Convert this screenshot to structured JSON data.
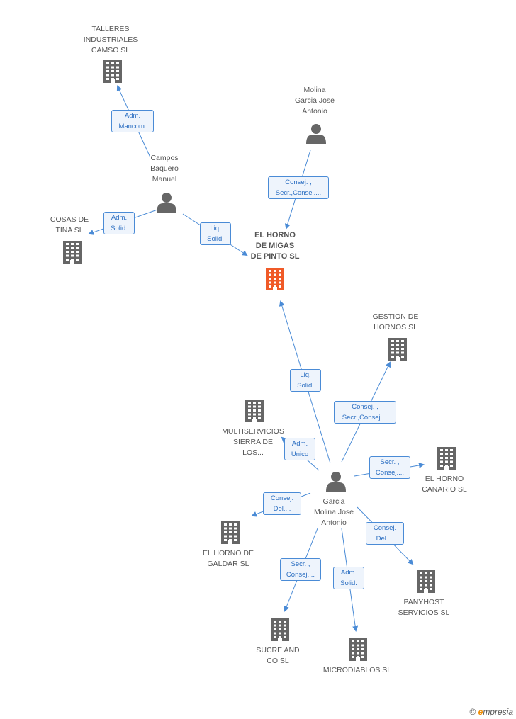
{
  "nodes": {
    "talleres": {
      "label": "TALLERES\nINDUSTRIALES\nCAMSO SL",
      "icon": "building-icon"
    },
    "molina_top": {
      "label": "Molina\nGarcia Jose\nAntonio",
      "icon": "person-icon"
    },
    "campos": {
      "label": "Campos\nBaquero\nManuel",
      "icon": "person-icon"
    },
    "cosas": {
      "label": "COSAS DE\nTINA SL",
      "icon": "building-icon"
    },
    "center": {
      "label": "EL HORNO\nDE MIGAS\nDE PINTO SL",
      "icon": "building-icon"
    },
    "gestion": {
      "label": "GESTION DE\nHORNOS SL",
      "icon": "building-icon"
    },
    "multiservicios": {
      "label": "MULTISERVICIOS\nSIERRA DE\nLOS...",
      "icon": "building-icon"
    },
    "garcia": {
      "label": "Garcia\nMolina Jose\nAntonio",
      "icon": "person-icon"
    },
    "canario": {
      "label": "EL HORNO\nCANARIO SL",
      "icon": "building-icon"
    },
    "galdar": {
      "label": "EL HORNO DE\nGALDAR SL",
      "icon": "building-icon"
    },
    "panyhost": {
      "label": "PANYHOST\nSERVICIOS  SL",
      "icon": "building-icon"
    },
    "sucre": {
      "label": "SUCRE AND\nCO SL",
      "icon": "building-icon"
    },
    "microdiablos": {
      "label": "MICRODIABLOS SL",
      "icon": "building-icon"
    }
  },
  "edges": {
    "campos_talleres": "Adm.\nMancom.",
    "molina_center": "Consej. ,\nSecr.,Consej....",
    "campos_cosas": "Adm.\nSolid.",
    "campos_center": "Liq.\nSolid.",
    "garcia_center": "Liq.\nSolid.",
    "garcia_gestion": "Consej. ,\nSecr.,Consej....",
    "garcia_multi": "Adm.\nUnico",
    "garcia_canario": "Secr. ,\nConsej....",
    "garcia_galdar": "Consej.\nDel....",
    "garcia_panyhost": "Consej.\nDel....",
    "garcia_sucre": "Secr. ,\nConsej....",
    "garcia_micro": "Adm.\nSolid."
  },
  "colors": {
    "center": "#f05a28",
    "node": "#666666",
    "edge": "#4a8bd6"
  },
  "watermark": {
    "symbol": "©",
    "brand_first": "e",
    "brand_rest": "mpresia"
  }
}
